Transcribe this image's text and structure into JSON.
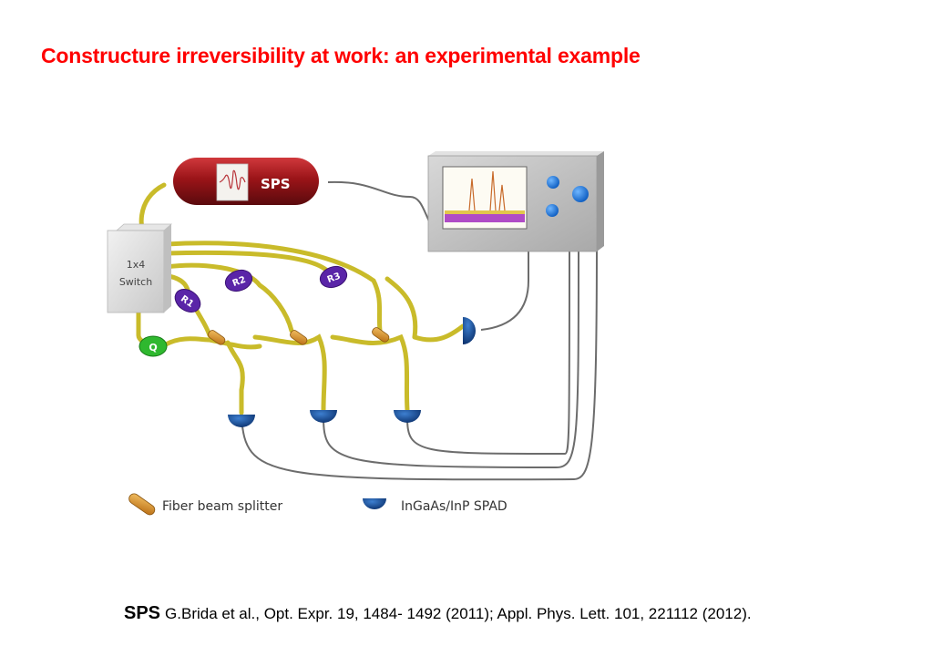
{
  "title": "Constructure irreversibility at work:  an experimental example",
  "diagram": {
    "source_label": "SPS",
    "switch_label_line1": "1x4",
    "switch_label_line2": "Switch",
    "q_label": "Q",
    "r1_label": "R1",
    "r2_label": "R2",
    "r3_label": "R3",
    "legend": {
      "splitter": "Fiber beam splitter",
      "spad": "InGaAs/InP SPAD"
    },
    "colors": {
      "fiber": "#c9bb2a",
      "source_body": "#9a1418",
      "qubit_q": "#2fb82f",
      "qubit_r": "#5a25a8",
      "detector": "#0c3f86",
      "splitter": "#d9962e",
      "screen_signal": "#b04cc6"
    }
  },
  "citation": {
    "tag": "SPS",
    "text": "G.Brida et al., Opt. Expr. 19, 1484- 1492 (2011); Appl. Phys. Lett. 101, 221112 (2012)."
  }
}
